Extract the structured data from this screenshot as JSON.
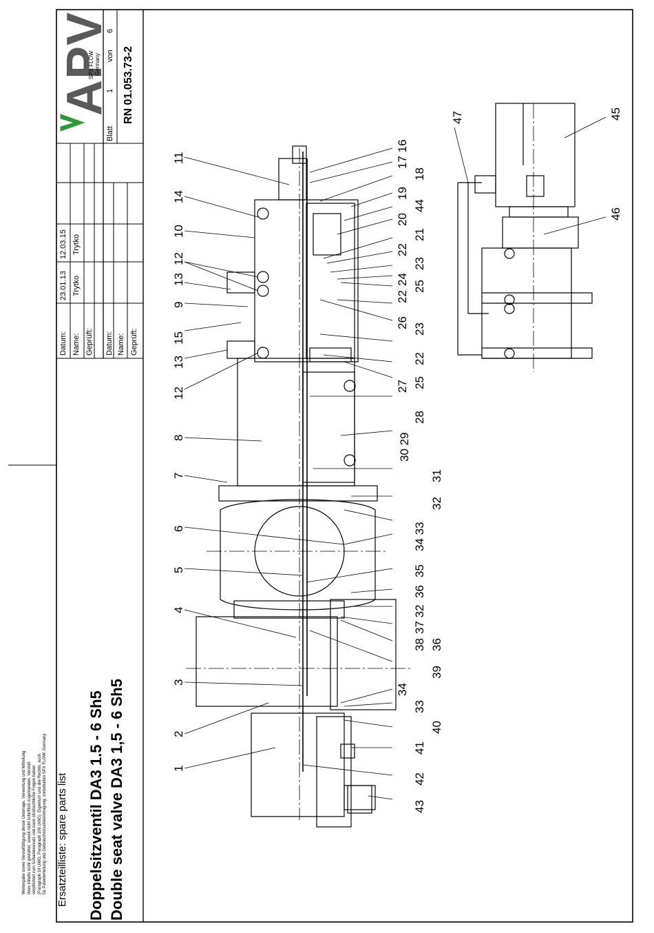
{
  "copyright_note": "Weitergabe sowie Vervielfältigung dieser Unterlage, Verwertung und Mitteilung\nihres Inhalts nicht gestattet, soweit nicht schriftlich zugestanden. Verstoß\nverpflichtet zum Schadenersatz und kann strafrechtliche Folgen haben\n(Paragraph 18 UWG, Paragraph 106 UrhG). Eigentum und alle Rechte, auch\nfür Patenterteilung und Gebrauchsmustereintragung, vorbehalten SPX FLOW, Germany",
  "subtitle": "Ersatzteilliste: spare parts list",
  "title_de": "Doppelsitzventil DA3   1.5 - 6 Sh5",
  "title_en": "Double seat valve DA3   1,5 - 6 Sh5",
  "revision_block": {
    "labels": [
      "Datum:",
      "Name:",
      "Geprüft:"
    ],
    "col1": [
      "23.01.13",
      "Trytko",
      ""
    ],
    "col2": [
      "12.03.15",
      "Trytko",
      ""
    ]
  },
  "approval_block": {
    "labels": [
      "Datum:",
      "Name:",
      "Geprüft:"
    ]
  },
  "logo": {
    "text": "APV",
    "company": "SPX FLOW",
    "country": "Germany",
    "accent_color": "#2e9a3a"
  },
  "sheet": {
    "blatt_label": "Blatt",
    "blatt_value": "1",
    "von_label": "von",
    "von_value": "6"
  },
  "document_number": "RN 01.053.73-2",
  "left_labels": [
    "11",
    "14",
    "10",
    "12",
    "13",
    "9",
    "15",
    "13",
    "12",
    "8",
    "7",
    "6",
    "5",
    "4",
    "3",
    "2",
    "1"
  ],
  "right_labels": [
    "17 16",
    "18",
    "19",
    "44",
    "20",
    "21",
    "22",
    "23",
    "24",
    "22",
    "25",
    "23",
    "26",
    "22",
    "25",
    "27",
    "28",
    "30 29",
    "31",
    "32",
    "34 33",
    "35",
    "36",
    "37 32",
    "36",
    "38",
    "39",
    "34",
    "33",
    "40",
    "41",
    "42",
    "43"
  ],
  "detail_labels": [
    "47",
    "45",
    "46"
  ]
}
